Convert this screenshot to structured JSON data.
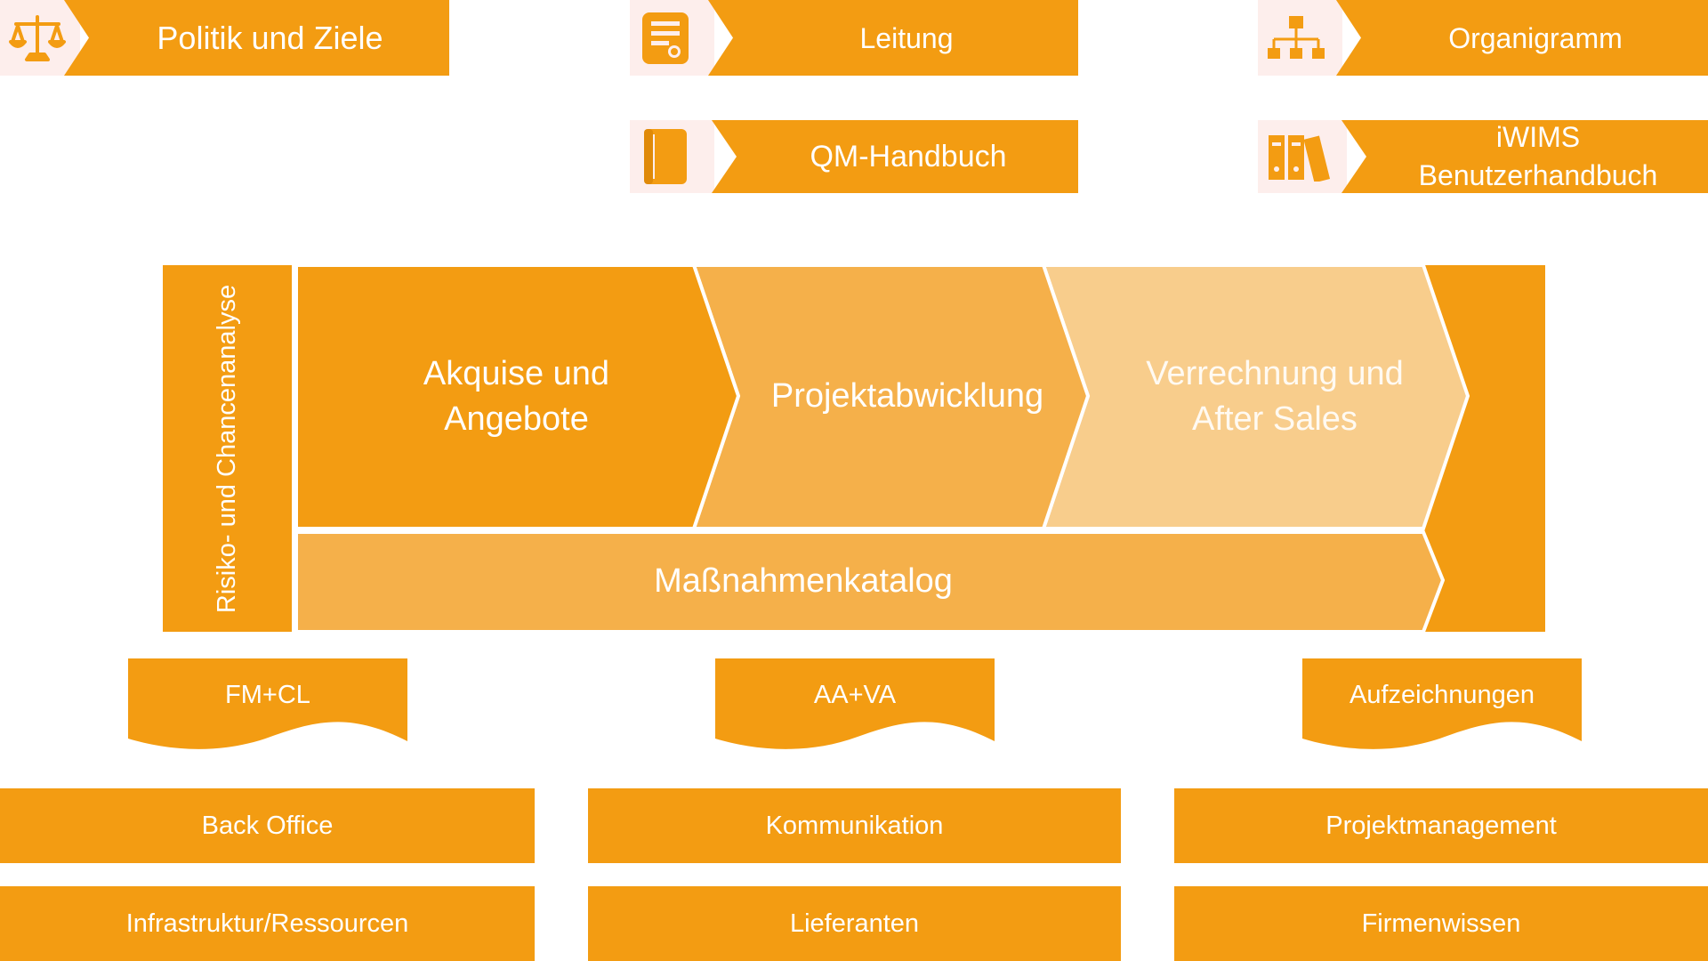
{
  "top_links": {
    "politik": {
      "label": "Politik und Ziele",
      "icon": "scales-icon"
    },
    "leitung": {
      "label": "Leitung",
      "icon": "certificate-icon"
    },
    "organigramm": {
      "label": "Organigramm",
      "icon": "org-chart-icon"
    },
    "qm_handbuch": {
      "label": "QM-Handbuch",
      "icon": "book-icon"
    },
    "iwims": {
      "line1": "iWIMS",
      "line2": "Benutzerhandbuch",
      "icon": "binders-icon"
    }
  },
  "process": {
    "side_label": "Risiko- und Chancenanalyse",
    "steps": [
      {
        "line1": "Akquise und",
        "line2": "Angebote"
      },
      {
        "line1": "Projektabwicklung",
        "line2": ""
      },
      {
        "line1": "Verrechnung und",
        "line2": "After Sales"
      }
    ],
    "catalog": "Maßnahmenkatalog"
  },
  "documents": [
    "FM+CL",
    "AA+VA",
    "Aufzeichnungen"
  ],
  "support": {
    "col1": [
      "Back Office",
      "Infrastruktur/Ressourcen"
    ],
    "col2": [
      "Kommunikation",
      "Lieferanten"
    ],
    "col3": [
      "Projektmanagement",
      "Firmenwissen"
    ]
  },
  "colors": {
    "primary": "#f39c12",
    "medium": "#f5b04a",
    "light": "#f8cd8c",
    "icon_bg": "#fdeeec"
  }
}
